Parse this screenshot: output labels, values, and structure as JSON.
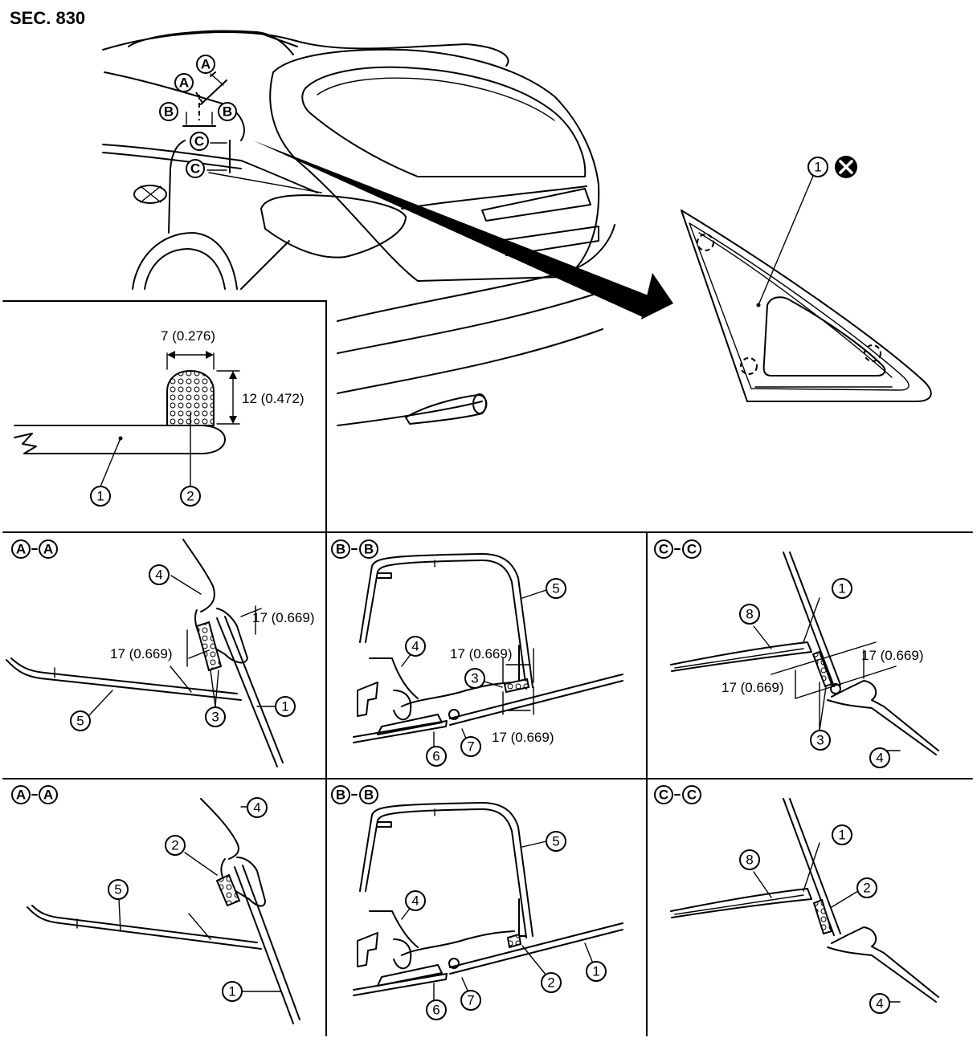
{
  "section_code": "SEC. 830",
  "dimensions": {
    "sealant_width": "7 (0.276)",
    "sealant_height": "12 (0.472)",
    "offset_17": "17 (0.669)"
  },
  "sections": {
    "a": "A",
    "b": "B",
    "c": "C"
  },
  "callouts": {
    "n1": "1",
    "n2": "2",
    "n3": "3",
    "n4": "4",
    "n5": "5",
    "n6": "6",
    "n7": "7",
    "n8": "8"
  },
  "icons": {
    "do_not_reuse": "do-not-reuse-icon"
  }
}
